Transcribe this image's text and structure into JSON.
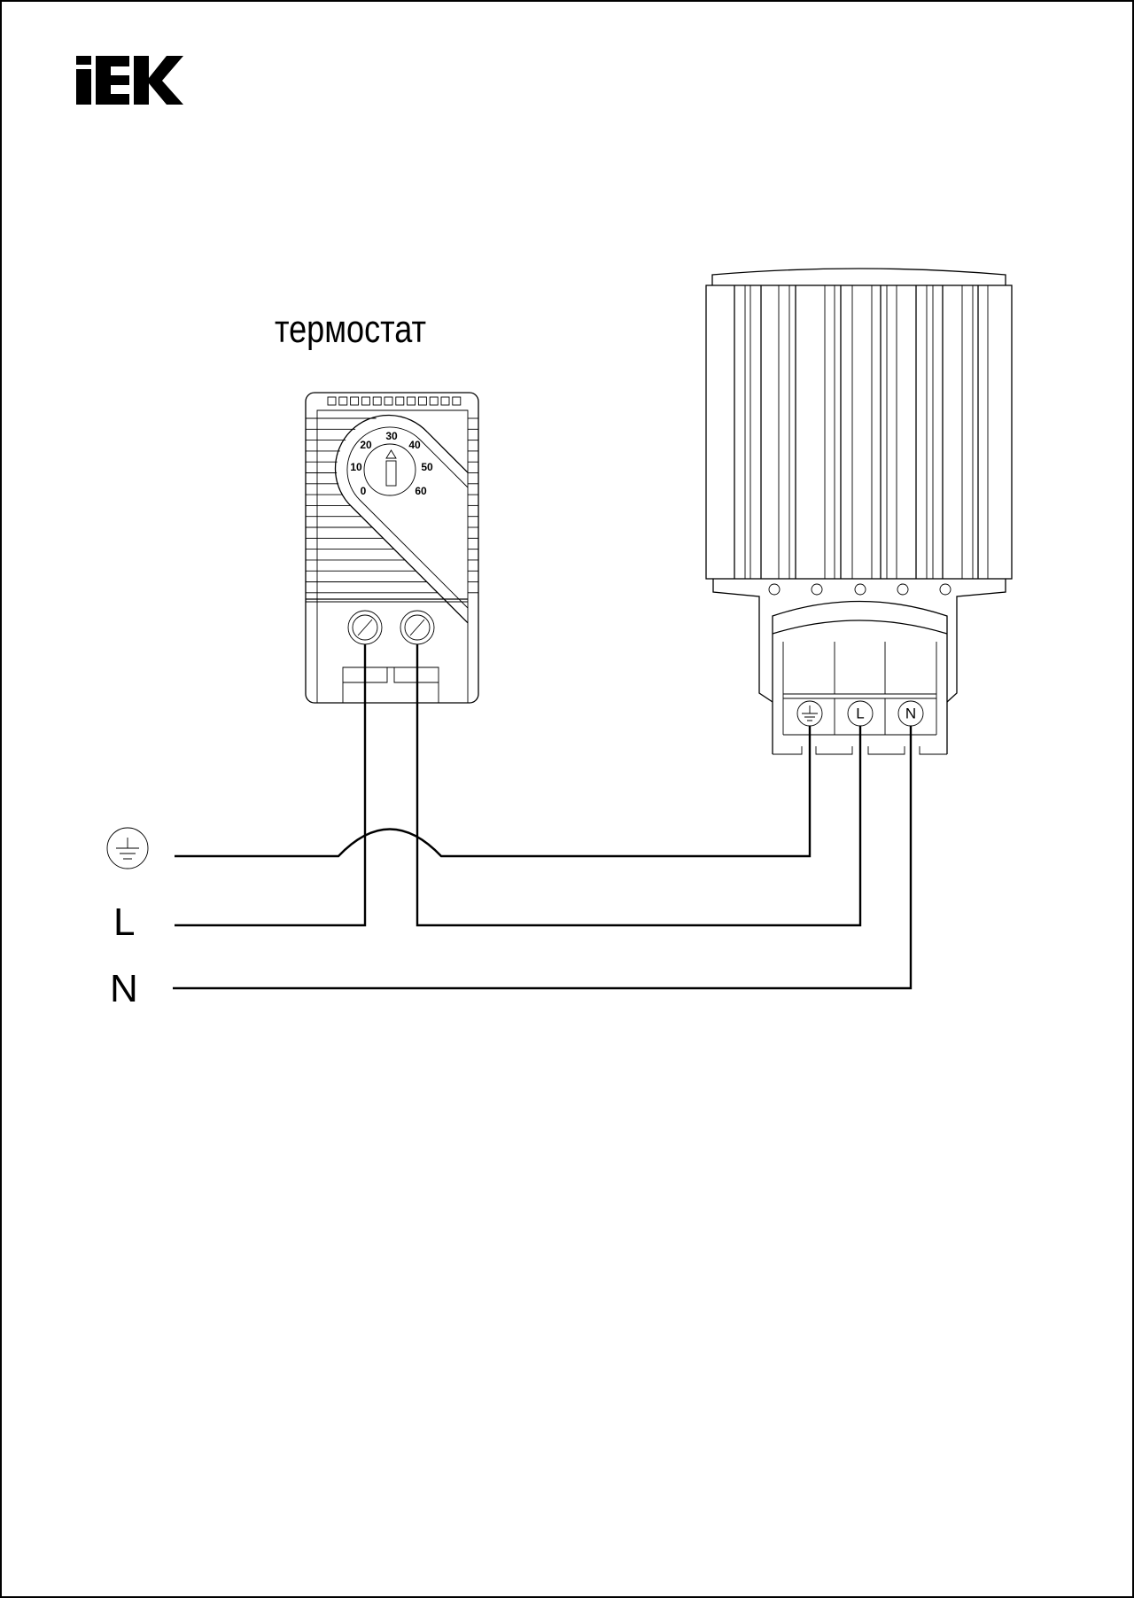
{
  "logo": {
    "text": "IEK"
  },
  "thermostat": {
    "label": "термостат",
    "dial_scale": [
      "0",
      "10",
      "20",
      "30",
      "40",
      "50",
      "60"
    ]
  },
  "heater": {
    "terminals": [
      {
        "id": "earth",
        "label": "⏚"
      },
      {
        "id": "L",
        "label": "L"
      },
      {
        "id": "N",
        "label": "N"
      }
    ]
  },
  "supply": {
    "lines": [
      {
        "id": "earth",
        "label": "⏚"
      },
      {
        "id": "L",
        "label": "L"
      },
      {
        "id": "N",
        "label": "N"
      }
    ]
  }
}
